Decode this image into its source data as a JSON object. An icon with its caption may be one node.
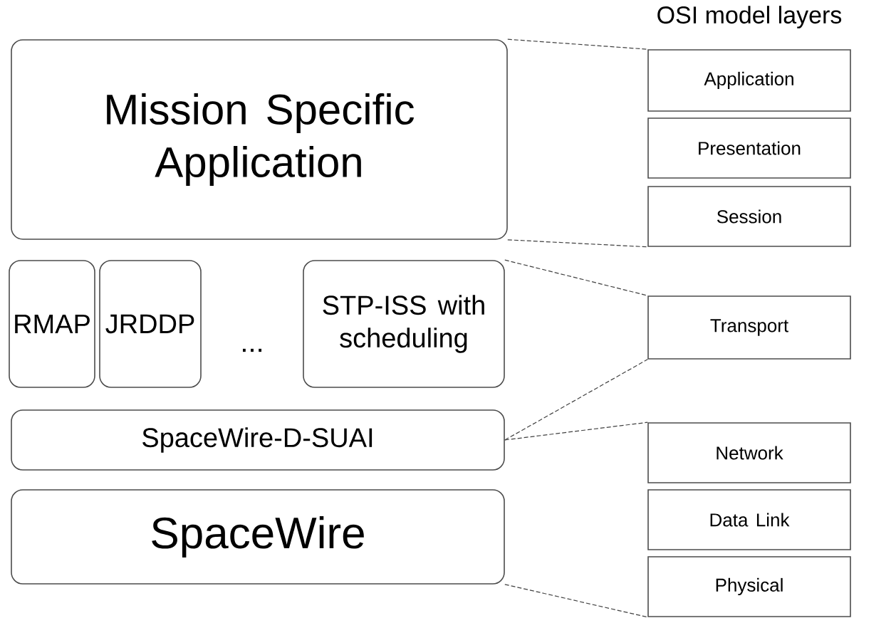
{
  "diagram": {
    "title": "OSI model layers",
    "nodes": [
      {
        "text": [
          "Mission Specific Application"
        ]
      },
      {
        "text": [
          "RMAP"
        ]
      },
      {
        "text": [
          "JRDDP"
        ]
      },
      {
        "text": [
          "STP-ISS with scheduling"
        ]
      },
      {
        "text": [
          "SpaceWire-D-SUAI"
        ]
      },
      {
        "text": [
          "SpaceWire"
        ]
      },
      {
        "text": [
          "Application"
        ]
      },
      {
        "text": [
          "Presentation"
        ]
      },
      {
        "text": [
          "Session"
        ]
      },
      {
        "text": [
          "Transport"
        ]
      },
      {
        "text": [
          "Network"
        ]
      },
      {
        "text": [
          "Data Link"
        ]
      },
      {
        "text": [
          "Physical"
        ]
      }
    ],
    "edges": [
      {
        "from": 0,
        "to": 6,
        "arrow": "none",
        "style": "dashed"
      },
      {
        "from": 0,
        "to": 8,
        "arrow": "none",
        "style": "dashed"
      },
      {
        "from": 3,
        "to": 9,
        "arrow": "none",
        "style": "dashed"
      },
      {
        "from": 4,
        "to": 9,
        "arrow": "none",
        "style": "dashed"
      },
      {
        "from": 4,
        "to": 10,
        "arrow": "none",
        "style": "dashed"
      },
      {
        "from": 5,
        "to": 12,
        "arrow": "none",
        "style": "dashed"
      }
    ],
    "labels": [
      "..."
    ]
  }
}
